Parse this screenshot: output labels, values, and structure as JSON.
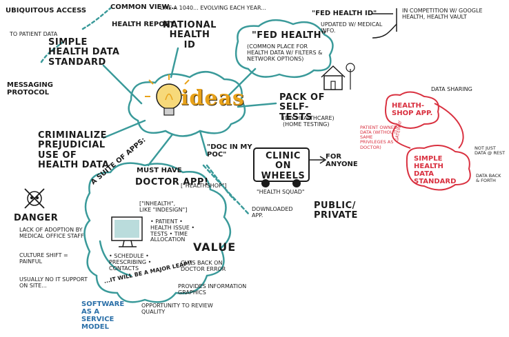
{
  "colors": {
    "teal": "#3a9a9a",
    "red": "#d9303f",
    "ink": "#1a1a1a",
    "bulb": "#e8a21a"
  },
  "center": {
    "word": "ideas"
  },
  "nodes": {
    "ubiquitous_access": "UBIQUITOUS ACCESS",
    "to_patient_data": "TO PATIENT DATA",
    "common_view": "COMMON VIEW...",
    "health_report": "HEALTH REPORT",
    "like_1040": "LIKE A 1040... EVOLVING EACH YEAR...",
    "simple_standard": "SIMPLE HEALTH DATA STANDARD",
    "messaging_protocol": "MESSAGING PROTOCOL",
    "national_health_id": "NATIONAL HEALTH ID",
    "fed_health_id": "\"FED HEALTH ID\"",
    "updated_medical": "UPDATED W/ MEDICAL INFO.",
    "competition": "IN COMPETITION W/ GOOGLE HEALTH, HEALTH VAULT",
    "fed_health": "\"FED HEALTH\"",
    "fed_health_sub": "(COMMON PLACE FOR HEALTH DATA W/ FILTERS & NETWORK OPTIONS)",
    "pack_self_tests": "PACK OF SELF-TESTS",
    "diy_healthcare": "(DIY HEALTHCARE) (HOME TESTING)",
    "criminalize": "CRIMINALIZE PREJUDICIAL USE OF HEALTH DATA",
    "doc_in_my_poc": "\"DOC IN MY POC\"",
    "clinic_on_wheels": "CLINIC ON WHEELS",
    "for_anyone": "FOR ANYONE",
    "health_squad": "\"HEALTH SQUAD\"",
    "downloaded_app": "DOWNLOADED APP.",
    "public_private": "PUBLIC/ PRIVATE",
    "suite_of_apps": "A SUITE OF APPS:",
    "must_have": "MUST HAVE",
    "doctor_app": "DOCTOR APP!",
    "healthshop": "[\"HEALTHSHOP\"]",
    "inhealth": "[\"INHEALTH\", LIKE \"INDESIGN\"]",
    "patient_health_issue": "• PATIENT • HEALTH ISSUE • TESTS • TIME ALLOCATION",
    "schedule": "• SCHEDULE • PRESCRIBING • CONTACTS",
    "major_leap": "...IT WILL BE A MAJOR LEAP!!",
    "value": "VALUE",
    "cuts_back": "CUTS BACK ON DOCTOR ERROR",
    "information_graphics": "PROVIDES INFORMATION GRAPHICS",
    "opportunity": "OPPORTUNITY TO REVIEW QUALITY",
    "software_service": "SOFTWARE AS A SERVICE MODEL",
    "danger": "DANGER",
    "lack_adoption": "LACK OF ADOPTION BY MEDICAL OFFICE STAFF",
    "culture_shift": "CULTURE SHIFT = PAINFUL",
    "usually_no_it": "USUALLY NO IT SUPPORT ON SITE...",
    "data_sharing": "DATA SHARING",
    "health_shop_app": "HEALTH- SHOP APP.",
    "simple_standard_red": "SIMPLE HEALTH DATA STANDARD",
    "patient_owned": "PATIENT OWNED DATA (WITHOUT SAME PRIVILEGES AS DOCTOR)",
    "gateway": "GATEWAY",
    "not_just_rest": "NOT JUST DATA @ REST",
    "data_back_forth": "DATA BACK & FORTH"
  }
}
